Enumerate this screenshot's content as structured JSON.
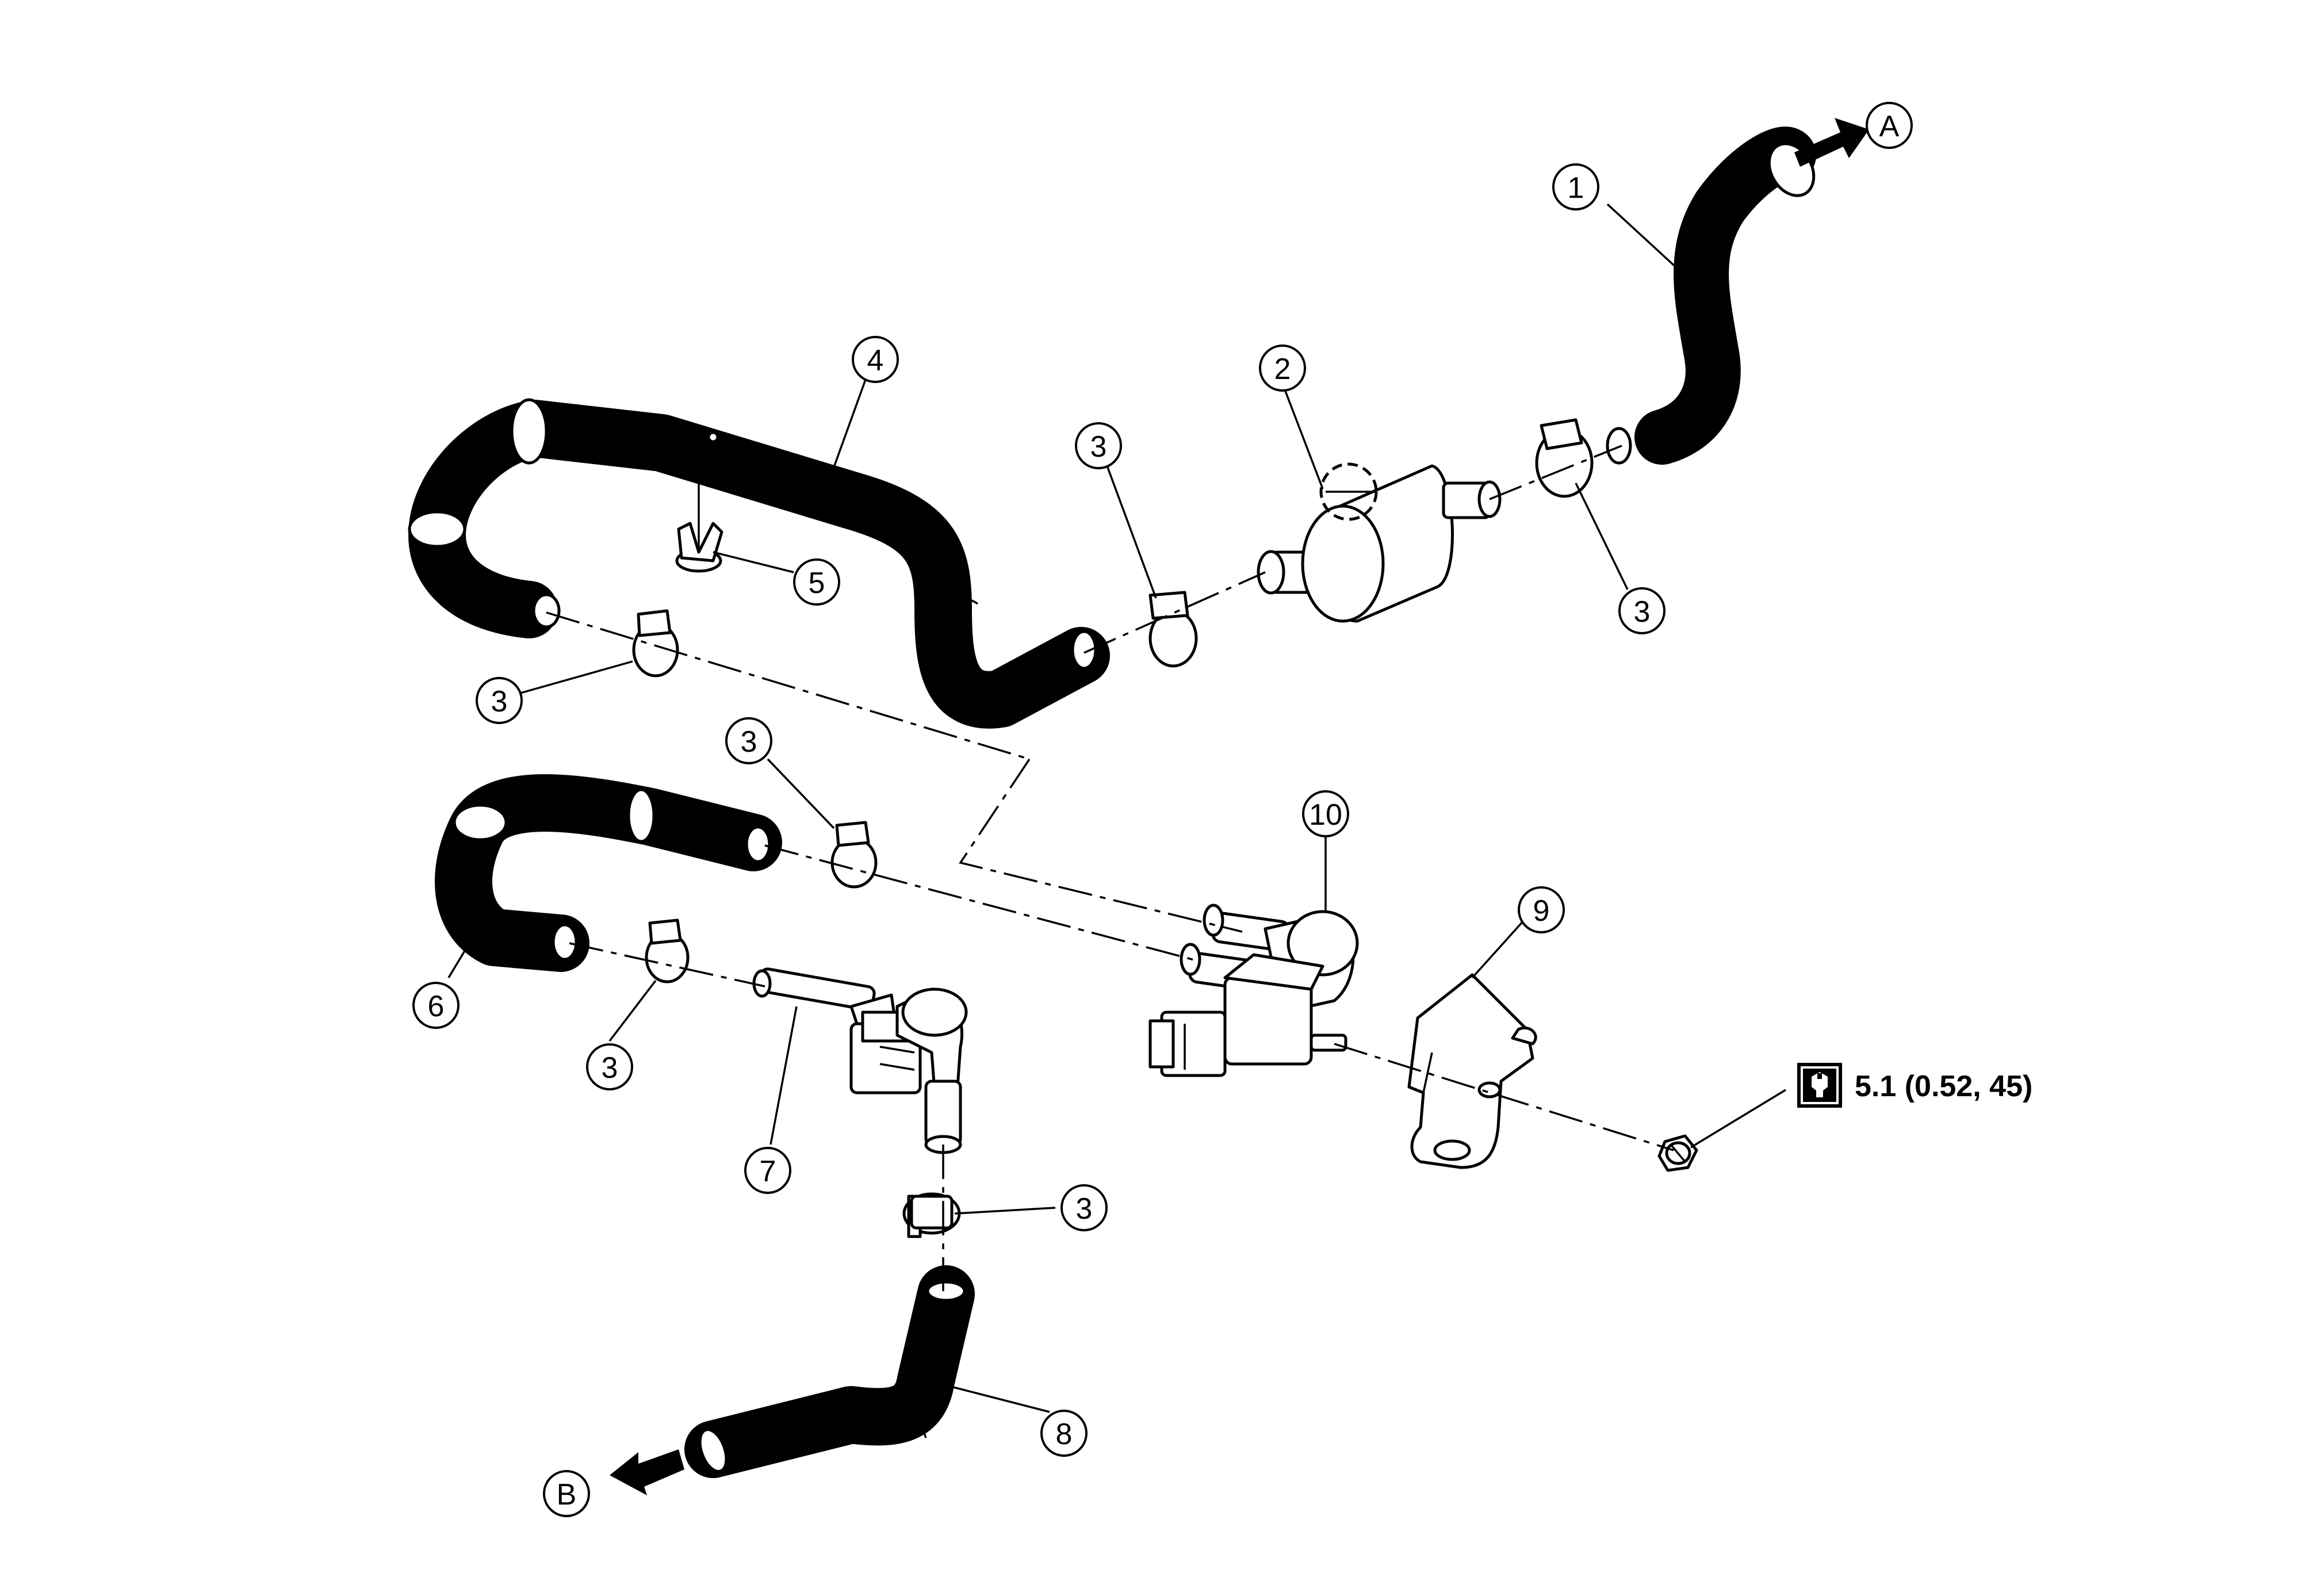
{
  "callouts": {
    "c1": "1",
    "c2": "2",
    "c3": "3",
    "c4": "4",
    "c5": "5",
    "c6": "6",
    "c7": "7",
    "c8": "8",
    "c9": "9",
    "c10": "10",
    "a": "A",
    "b": "B"
  },
  "torque": {
    "icon": "torque-wrench-icon",
    "value": "5.1 (0.52, 45)"
  }
}
